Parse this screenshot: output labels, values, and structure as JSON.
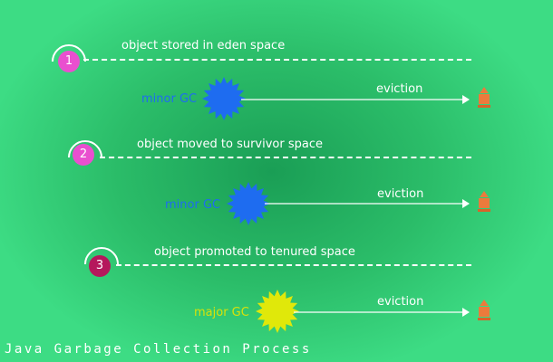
{
  "stages": [
    {
      "number": "1",
      "label": "object stored in eden space",
      "color": "#e94fcf",
      "gc": {
        "label": "minor GC",
        "color": "#1e6cf0",
        "star_color": "#1e6cf0"
      },
      "eviction": "eviction"
    },
    {
      "number": "2",
      "label": "object moved to survivor space",
      "color": "#e94fcf",
      "gc": {
        "label": "minor GC",
        "color": "#1e6cf0",
        "star_color": "#1e6cf0"
      },
      "eviction": "eviction"
    },
    {
      "number": "3",
      "label": "object promoted to tenured space",
      "color": "#b5185c",
      "gc": {
        "label": "major GC",
        "color": "#d7e20a",
        "star_color": "#e0e80a"
      },
      "eviction": "eviction"
    }
  ],
  "footer_title": "Java Garbage Collection Process",
  "colors": {
    "bin": "#ec7a3c",
    "line": "#ffffff",
    "background": "#3ddc84"
  },
  "icons": {
    "star": "starburst-icon",
    "bin": "trash-bin-icon"
  }
}
